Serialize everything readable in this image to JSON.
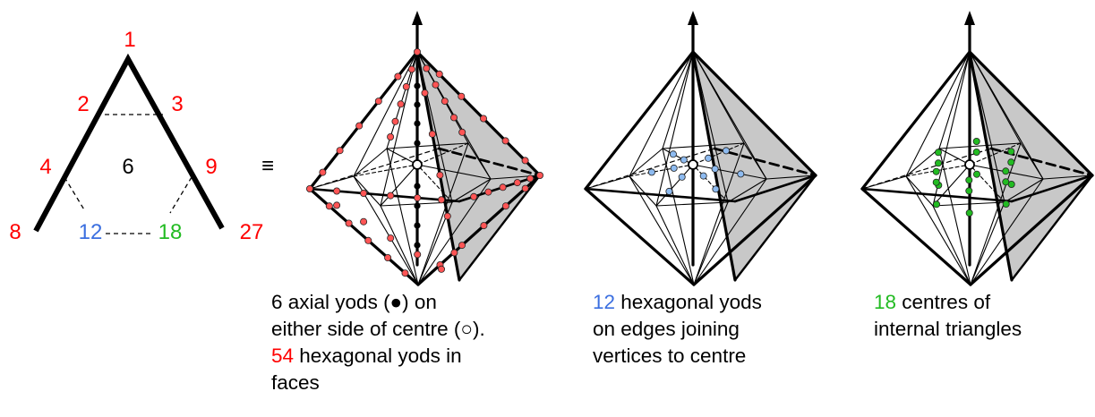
{
  "colors": {
    "red": "#ff0000",
    "blue": "#3b6fe0",
    "green": "#22bb22",
    "black": "#000000",
    "face_gray": "#c8c8c8",
    "yod_red": "#ff5555",
    "yod_blue": "#8ebbf0",
    "yod_green": "#22bb22"
  },
  "lambda": {
    "apex": "1",
    "left_side": [
      "2",
      "4",
      "8"
    ],
    "right_side": [
      "3",
      "9",
      "27"
    ],
    "centre": "6",
    "bottom_left": "12",
    "bottom_right": "18",
    "equiv_symbol": "≡"
  },
  "captions": {
    "axial": {
      "l1": "6 axial yods (●) on",
      "l2": "either side of centre (○).",
      "l3_num": "54",
      "l3_text": " hexagonal yods in",
      "l4": "faces"
    },
    "edges": {
      "num": "12",
      "l1_text": " hexagonal yods",
      "l2": "on edges joining",
      "l3": "vertices to centre"
    },
    "triangles": {
      "num": "18",
      "l1_text": " centres of",
      "l2": "internal triangles"
    }
  }
}
